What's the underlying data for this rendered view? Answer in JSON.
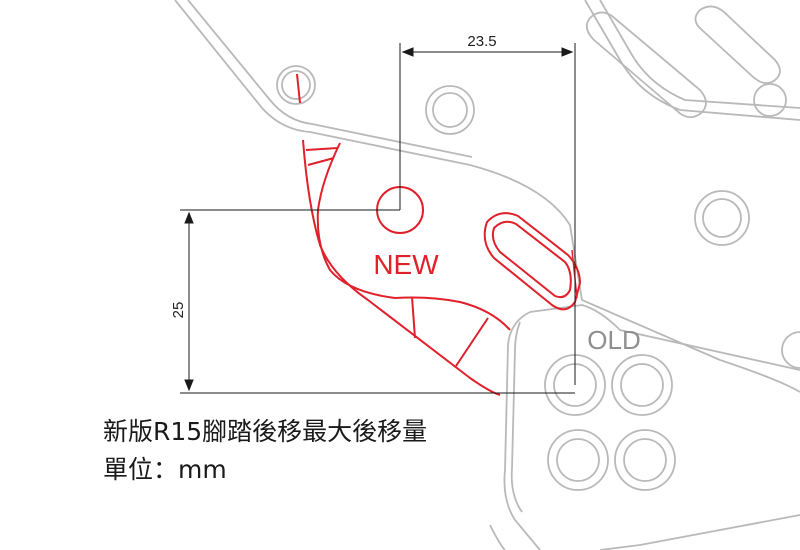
{
  "colors": {
    "old_outline": "#b9b9b9",
    "new_outline": "#e0202a",
    "dimension": "#1a1a1a",
    "label_old": "#8f8f8f"
  },
  "labels": {
    "new": "NEW",
    "old": "OLD"
  },
  "dimensions": {
    "horizontal": "23.5",
    "vertical": "25"
  },
  "caption": {
    "line1": "新版R15腳踏後移最大後移量",
    "line2": "單位：mm"
  }
}
